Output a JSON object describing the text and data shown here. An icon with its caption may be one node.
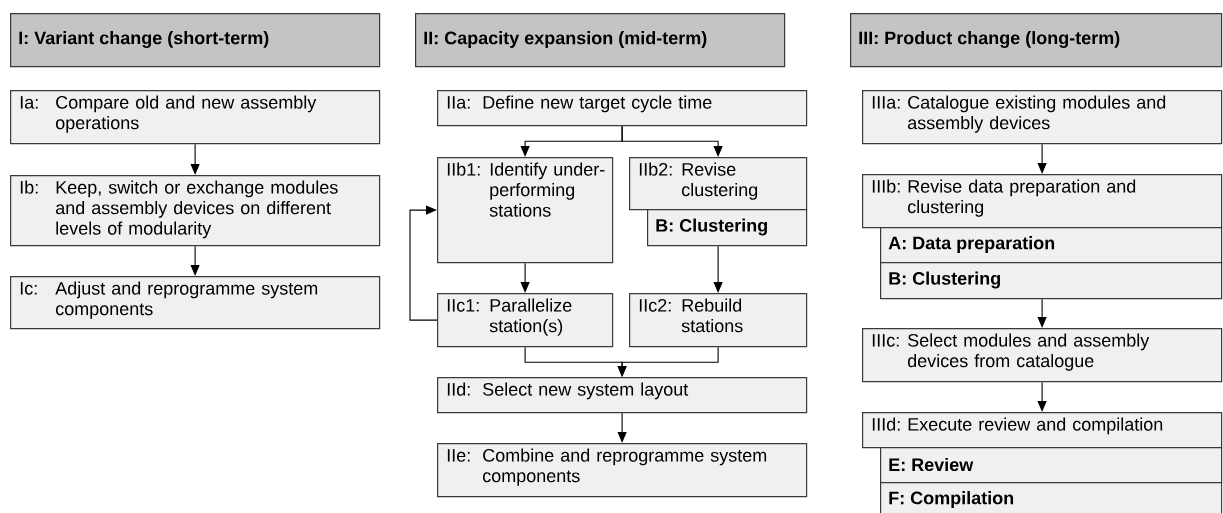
{
  "diagram": {
    "nodes": [
      {
        "text": [
          "I: Variant change (short-term)"
        ]
      },
      {
        "text": [
          "Ia:",
          "Compare old and new assembly operations"
        ]
      },
      {
        "text": [
          "Ib:",
          "Keep, switch or exchange modules and assembly devices on different levels of modularity"
        ]
      },
      {
        "text": [
          "Ic:",
          "Adjust and reprogramme system components"
        ]
      },
      {
        "text": [
          "II: Capacity expansion (mid-term)"
        ]
      },
      {
        "text": [
          "IIa:",
          "Define new target cycle time"
        ]
      },
      {
        "text": [
          "IIb1:",
          "Identify under-performing stations"
        ]
      },
      {
        "text": [
          "IIb2:",
          "Revise clustering"
        ]
      },
      {
        "text": [
          "B: Clustering"
        ]
      },
      {
        "text": [
          "IIc1:",
          "Parallelize station(s)"
        ]
      },
      {
        "text": [
          "IIc2:",
          "Rebuild stations"
        ]
      },
      {
        "text": [
          "IId:",
          "Select new system layout"
        ]
      },
      {
        "text": [
          "IIe:",
          "Combine and reprogramme system components"
        ]
      },
      {
        "text": [
          "III: Product change (long-term)"
        ]
      },
      {
        "text": [
          "IIIa:",
          "Catalogue existing modules and assembly devices"
        ]
      },
      {
        "text": [
          "IIIb:",
          "Revise data preparation and clustering"
        ]
      },
      {
        "text": [
          "A: Data preparation"
        ]
      },
      {
        "text": [
          "B: Clustering"
        ]
      },
      {
        "text": [
          "IIIc:",
          "Select modules and assembly devices from catalogue"
        ]
      },
      {
        "text": [
          "IIId:",
          "Execute review and compilation"
        ]
      },
      {
        "text": [
          "E: Review"
        ]
      },
      {
        "text": [
          "F: Compilation"
        ]
      }
    ],
    "edges": [
      {
        "from": 1,
        "to": 2,
        "arrow": "to"
      },
      {
        "from": 2,
        "to": 3,
        "arrow": "to"
      },
      {
        "from": 5,
        "to": 6,
        "arrow": "to"
      },
      {
        "from": 5,
        "to": 7,
        "arrow": "to"
      },
      {
        "from": 6,
        "to": 9,
        "arrow": "to"
      },
      {
        "from": 8,
        "to": 10,
        "arrow": "to"
      },
      {
        "from": 9,
        "to": 6,
        "arrow": "to"
      },
      {
        "from": 9,
        "to": 11,
        "arrow": "to"
      },
      {
        "from": 10,
        "to": 11,
        "arrow": "to"
      },
      {
        "from": 11,
        "to": 12,
        "arrow": "to"
      },
      {
        "from": 14,
        "to": 15,
        "arrow": "to"
      },
      {
        "from": 17,
        "to": 18,
        "arrow": "to"
      },
      {
        "from": 18,
        "to": 19,
        "arrow": "to"
      }
    ]
  }
}
